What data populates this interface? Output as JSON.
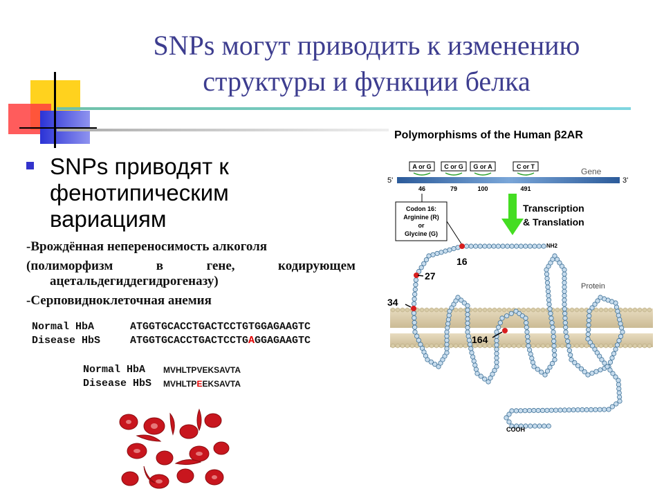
{
  "title": {
    "line1": "SNPs могут приводить к изменению",
    "line2": "структуры и функции белка"
  },
  "bullet": {
    "line1": "SNPs приводят к",
    "line2": "фенотипическим",
    "line3": "вариациям"
  },
  "points": {
    "p1": "-Врождённая непереносимость алкоголя",
    "p2a": "(полиморфизм",
    "p2b": "в",
    "p2c": "гене,",
    "p2d": "кодирующем",
    "p2e": "ацетальдегиддегидрогеназу)",
    "p3": "-Серповидноклеточная анемия"
  },
  "dna": {
    "normal_label": "Normal HbA",
    "normal_seq": "ATGGTGCACCTGACTCCTGTGGAGAAGTC",
    "disease_label": "Disease HbS",
    "disease_seq_pre": "ATGGTGCACCTGACTCCTG",
    "disease_seq_mut": "A",
    "disease_seq_post": "GGAGAAGTC"
  },
  "protein_seq": {
    "normal_label": "Normal HbA",
    "normal_seq": "MVHLTPVEKSAVTA",
    "disease_label": "Disease HbS",
    "disease_seq_pre": "MVHLTP",
    "disease_seq_mut": "E",
    "disease_seq_post": "EKSAVTA"
  },
  "diagram": {
    "title": "Polymorphisms of the Human β2AR",
    "gene_label": "Gene",
    "five_prime": "5'",
    "three_prime": "3'",
    "snps": [
      {
        "change": "A or G",
        "position": "46"
      },
      {
        "change": "C or G",
        "position": "79"
      },
      {
        "change": "G or A",
        "position": "100"
      },
      {
        "change": "C or T",
        "position": "491"
      }
    ],
    "codon_box": [
      "Codon 16:",
      "Arginine (R)",
      "or",
      "Glycine (G)"
    ],
    "transcription": [
      "Transcription",
      "& Translation"
    ],
    "nh2": "NH2",
    "protein_label": "Protein",
    "cooh": "COOH",
    "residues": [
      "16",
      "27",
      "34",
      "164"
    ]
  },
  "colors": {
    "title": "#3d3d8f",
    "bullet": "#3333cc",
    "mutation": "#e00000",
    "arrow": "#44dd22",
    "gene_bar": "#3a6db0"
  }
}
